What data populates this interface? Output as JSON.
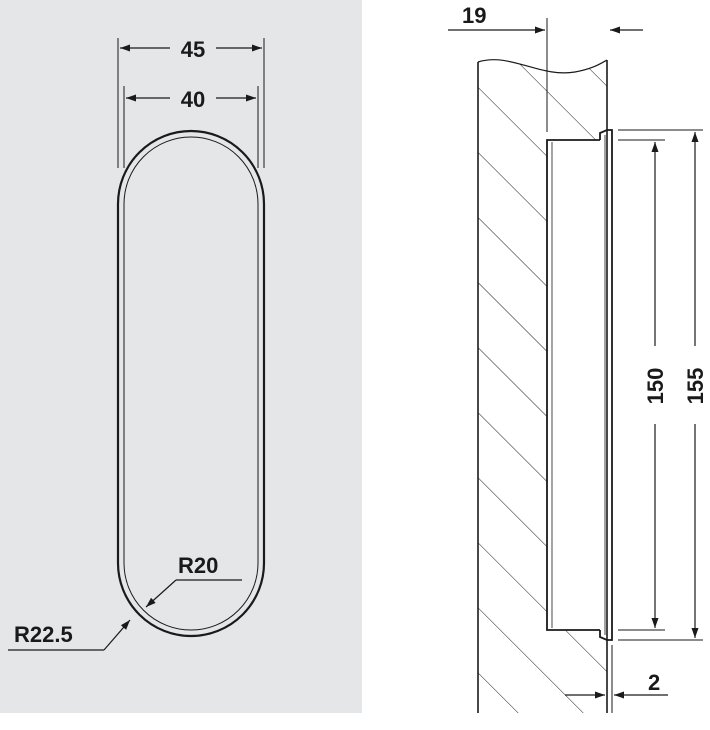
{
  "colors": {
    "panel_background": "#e5e6e8",
    "line": "#1a1a1a",
    "handle_fill": "#ffffff",
    "hatch": "#1a1a1a"
  },
  "front_view": {
    "dim_outer_width": "45",
    "dim_inner_width": "40",
    "dim_inner_radius": "R20",
    "dim_outer_radius": "R22.5"
  },
  "side_view": {
    "dim_door_thickness": "19",
    "dim_inner_height": "150",
    "dim_outer_height": "155",
    "dim_flange": "2"
  }
}
